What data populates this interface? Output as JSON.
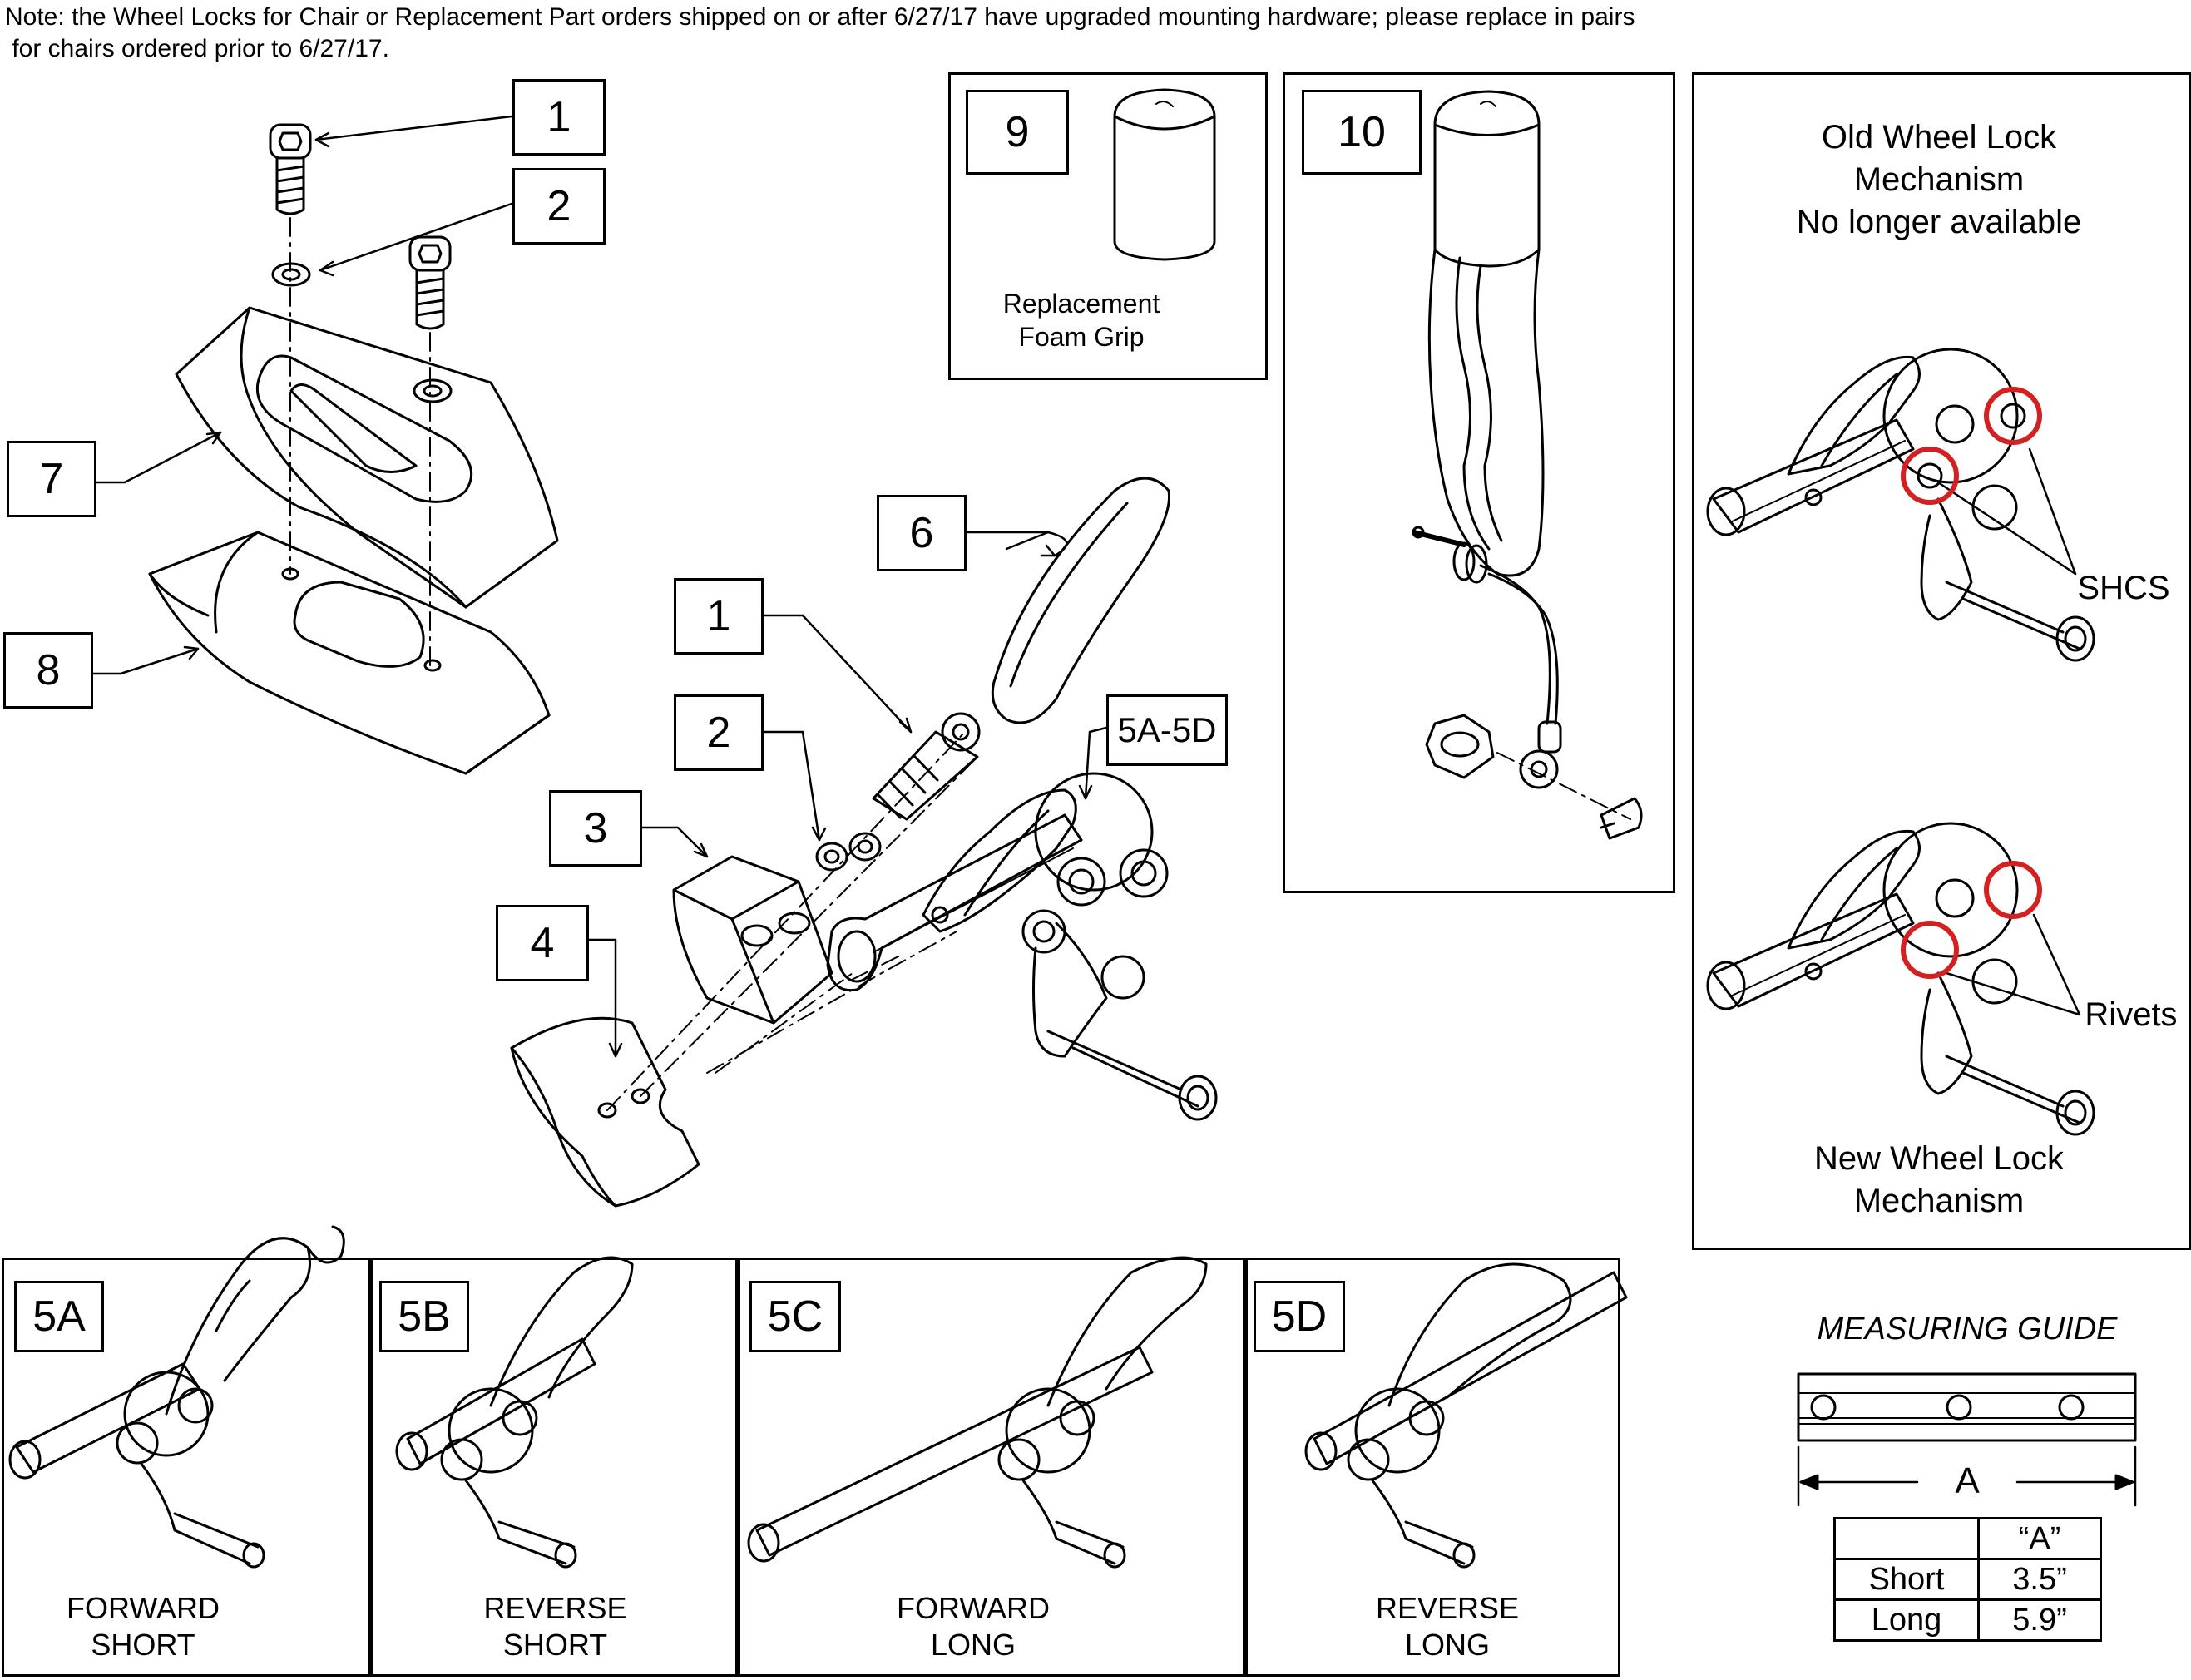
{
  "note": "Note: the Wheel Locks for Chair or Replacement Part orders shipped on or after 6/27/17 have upgraded mounting hardware; please replace in pairs\n for chairs ordered prior to 6/27/17.",
  "callouts": {
    "c1_top": "1",
    "c2_top": "2",
    "c7": "7",
    "c8": "8",
    "c9": "9",
    "c10": "10",
    "c6": "6",
    "c1_mid": "1",
    "c2_mid": "2",
    "c3": "3",
    "c4": "4",
    "c5a5d": "5A-5D"
  },
  "foam_grip_label": "Replacement\nFoam Grip",
  "old_mechanism": {
    "title": "Old Wheel Lock\nMechanism\nNo longer available",
    "pointer_label": "SHCS",
    "highlight_color": "#d42020"
  },
  "new_mechanism": {
    "title": "New Wheel Lock\nMechanism",
    "pointer_label": "Rivets",
    "highlight_color": "#d42020"
  },
  "variants": [
    {
      "tag": "5A",
      "line1": "FORWARD",
      "line2": "SHORT"
    },
    {
      "tag": "5B",
      "line1": "REVERSE",
      "line2": "SHORT"
    },
    {
      "tag": "5C",
      "line1": "FORWARD",
      "line2": "LONG"
    },
    {
      "tag": "5D",
      "line1": "REVERSE",
      "line2": "LONG"
    }
  ],
  "measuring_guide": {
    "title": "MEASURING GUIDE",
    "dimension": "A",
    "table": {
      "header": [
        "",
        "“A”"
      ],
      "rows": [
        [
          "Short",
          "3.5”"
        ],
        [
          "Long",
          "5.9”"
        ]
      ]
    }
  }
}
